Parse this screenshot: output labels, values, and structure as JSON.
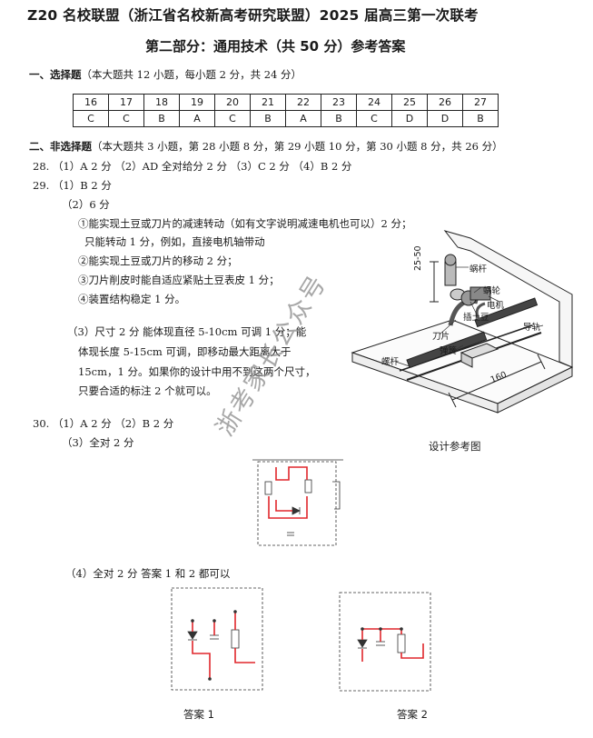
{
  "header": {
    "title": "Z20 名校联盟（浙江省名校新高考研究联盟）2025 届高三第一次联考",
    "subtitle": "第二部分：通用技术（共 50 分）参考答案"
  },
  "section1": {
    "heading": "一、选择题",
    "note": "（本大题共 12 小题，每小题 2 分，共 24 分）",
    "numbers": [
      "16",
      "17",
      "18",
      "19",
      "20",
      "21",
      "22",
      "23",
      "24",
      "25",
      "26",
      "27"
    ],
    "answers": [
      "C",
      "C",
      "B",
      "A",
      "C",
      "B",
      "A",
      "B",
      "C",
      "D",
      "D",
      "B"
    ]
  },
  "section2": {
    "heading": "二、非选择题",
    "note": "（本大题共 3 小题，第 28 小题 8 分，第 29 小题 10 分，第 30 小题 8 分，共 26 分）"
  },
  "q28": "28.  （1）A  2 分    （2）AD 全对给分 2 分    （3）C  2 分    （4）B  2 分",
  "q29": {
    "line1": "29.  （1）B  2 分",
    "line2": "（2）6 分",
    "i1a": "①能实现土豆或刀片的减速转动（如有文字说明减速电机也可以）2 分；",
    "i1b": "只能转动 1 分，例如，直接电机轴带动",
    "i2": "②能实现土豆或刀片的移动 2 分；",
    "i3": "③刀片削皮时能自适应紧贴土豆表皮 1 分；",
    "i4": "④装置结构稳定 1 分。",
    "p3a": "（3）尺寸 2 分   能体现直径 5-10cm 可调 1 分；能",
    "p3b": "体现长度 5-15cm 可调，即移动最大距离大于",
    "p3c": "15cm，1 分。如果你的设计中用不到这两个尺寸，",
    "p3d": "只要合适的标注 2 个就可以。"
  },
  "figure": {
    "labels": {
      "worm": "蜗杆",
      "wheel": "蜗轮",
      "motor": "电机",
      "potato": "插土豆",
      "blade": "刀片",
      "rail": "导轨",
      "spring": "弹簧",
      "screw": "螺杆",
      "dim_vertical": "25-50",
      "dim_length": "160"
    },
    "caption": "设计参考图"
  },
  "q30": {
    "line1": "30.  （1）A  2 分    （2）B  2 分",
    "line2": "（3）全对 2 分",
    "line4": "（4）全对 2 分   答案 1 和 2 都可以",
    "ans1": "答案 1",
    "ans2": "答案 2"
  },
  "watermark": "浙考家长公众号",
  "colors": {
    "ink": "#1a1a1a",
    "red_wire": "#e0262b",
    "gray": "#777777"
  }
}
